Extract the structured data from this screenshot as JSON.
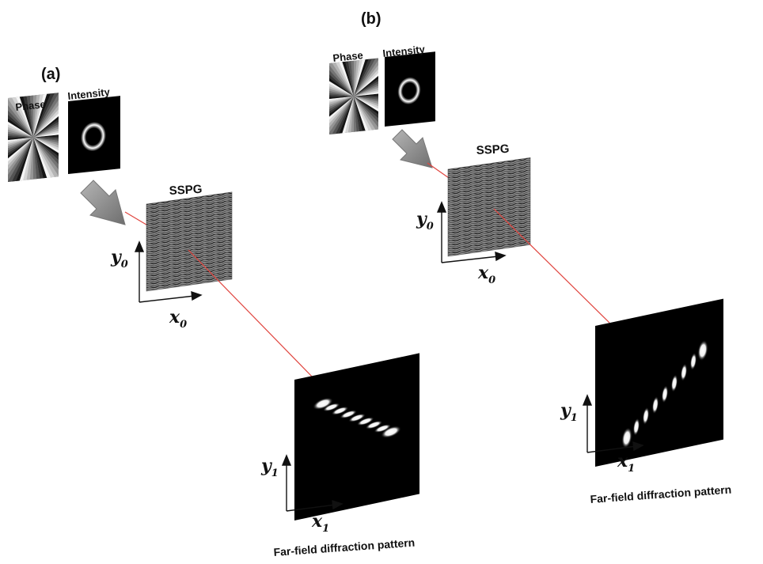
{
  "panels": [
    {
      "id": "a",
      "label": "(a)",
      "phase_label": "Phase",
      "intensity_label": "Intensity",
      "grating_label": "SSPG",
      "input_axes": {
        "x": "x",
        "x_sub": "0",
        "y": "y",
        "y_sub": "0"
      },
      "output_axes": {
        "x": "x",
        "x_sub": "1",
        "y": "y",
        "y_sub": "1"
      },
      "caption": "Far-field diffraction pattern"
    },
    {
      "id": "b",
      "label": "(b)",
      "phase_label": "Phase",
      "intensity_label": "Intensity",
      "grating_label": "SSPG",
      "input_axes": {
        "x": "x",
        "x_sub": "0",
        "y": "y",
        "y_sub": "0"
      },
      "output_axes": {
        "x": "x",
        "x_sub": "1",
        "y": "y",
        "y_sub": "1"
      },
      "caption": "Far-field diffraction pattern"
    }
  ],
  "colors": {
    "beam": "#e0453f",
    "arrow": "#8c8c8c",
    "background": "#ffffff",
    "pattern_bg": "#000000",
    "lobe": "#ffffff"
  },
  "lobes_per_pattern": 9
}
